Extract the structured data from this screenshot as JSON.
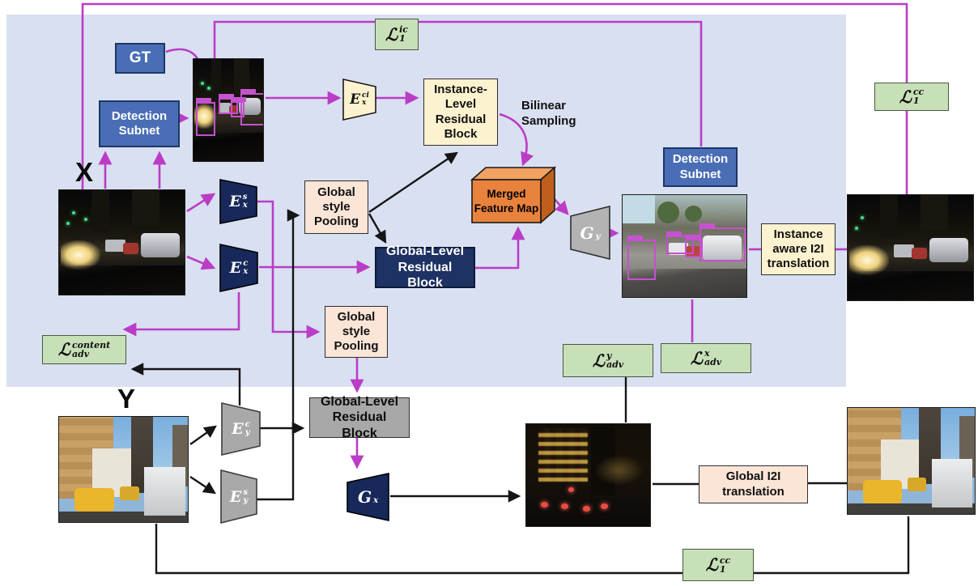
{
  "colors": {
    "panel_blue": "#d9e0f1",
    "accent_purple": "#bb3cc7",
    "line_black": "#151515",
    "loss_green": "#c8e0b8",
    "node_blue": "#4a6eb5",
    "node_navy": "#1e3263",
    "node_cream": "#fdf2cf",
    "node_peach": "#fae5d7",
    "node_gray": "#a8a8a8",
    "feature_orange_front": "#e8823c",
    "feature_orange_top": "#f2a263",
    "feature_orange_side": "#c05f1d"
  },
  "labels": {
    "x": "X",
    "y": "Y",
    "gt": "GT",
    "detection_subnet_left": "Detection Subnet",
    "detection_subnet_right": "Detection Subnet",
    "instance_level_residual_block": "Instance-Level Residual Block",
    "global_style_pooling_x": "Global style Pooling",
    "global_style_pooling_y": "Global style Pooling",
    "global_level_residual_block_x": "Global-Level Residual Block",
    "global_level_residual_block_y": "Global-Level Residual Block",
    "merged_feature_map": "Merged Feature Map",
    "bilinear_sampling": "Bilinear Sampling",
    "instance_aware_i2i": "Instance aware I2I translation",
    "global_i2i": "Global I2I translation"
  },
  "math": {
    "loss_ic": {
      "base": "ℒ",
      "sup": "ic",
      "sub": "1"
    },
    "loss_cc_top": {
      "base": "ℒ",
      "sup": "cc",
      "sub": "1"
    },
    "loss_cc_bottom": {
      "base": "ℒ",
      "sup": "cc",
      "sub": "1"
    },
    "loss_adv_content": {
      "base": "ℒ",
      "sup": "content",
      "sub": "adv"
    },
    "loss_adv_y": {
      "base": "ℒ",
      "sup": "y",
      "sub": "adv"
    },
    "loss_adv_x": {
      "base": "ℒ",
      "sup": "x",
      "sub": "adv"
    },
    "enc_style_x": {
      "base": "E",
      "sup": "s",
      "sub": "x"
    },
    "enc_content_x": {
      "base": "E",
      "sup": "c",
      "sub": "x"
    },
    "enc_instance_x": {
      "base": "E",
      "sup": "ci",
      "sub": "x"
    },
    "enc_content_y": {
      "base": "E",
      "sup": "c",
      "sub": "y"
    },
    "enc_style_y": {
      "base": "E",
      "sup": "s",
      "sub": "y"
    },
    "gen_y": {
      "base": "G",
      "sup": "",
      "sub": "y"
    },
    "gen_x": {
      "base": "G",
      "sup": "",
      "sub": "x"
    }
  }
}
